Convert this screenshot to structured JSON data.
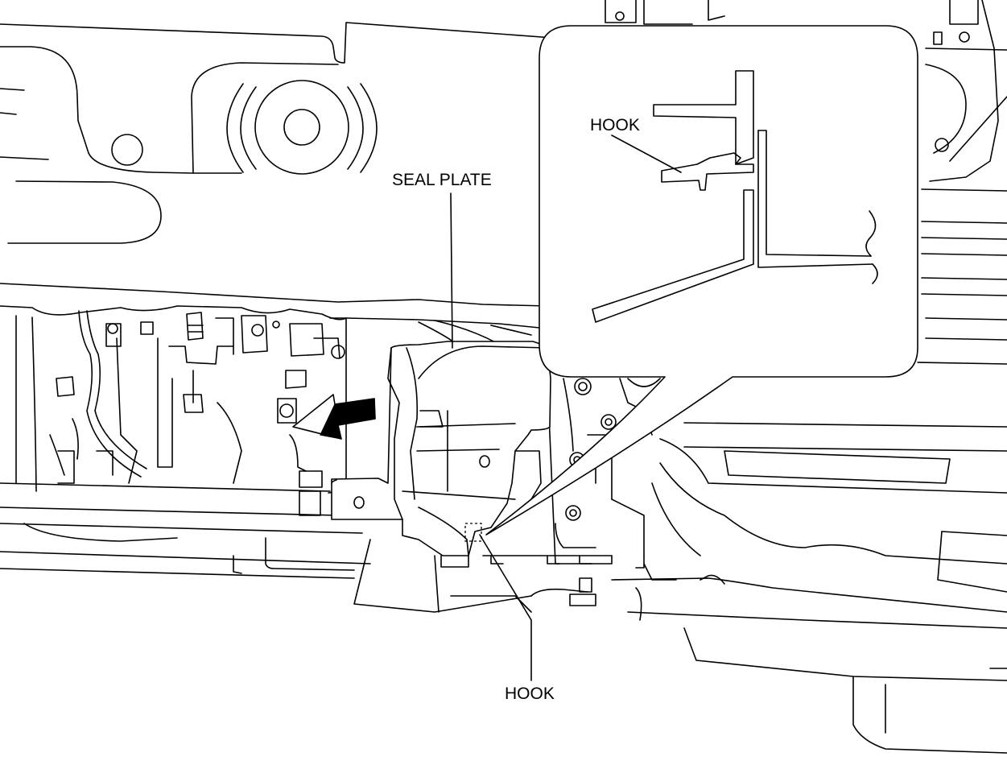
{
  "labels": {
    "seal_plate": "SEAL PLATE",
    "hook_bottom": "HOOK",
    "hook_detail": "HOOK"
  },
  "colors": {
    "line": "#000000",
    "background": "#ffffff"
  },
  "icons": {
    "direction_arrow": "removal-direction-arrow-icon"
  }
}
